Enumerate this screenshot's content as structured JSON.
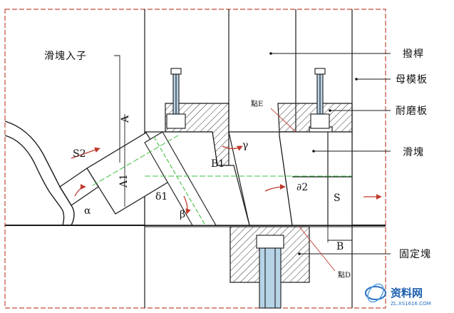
{
  "labels": {
    "slider_insert": "滑塊入子",
    "lifter_rod": "撥桿",
    "cavity_plate": "母模板",
    "wear_plate": "耐磨板",
    "slider": "滑塊",
    "fixed_block": "固定塊",
    "point_e": "點E",
    "point_d": "點D"
  },
  "dims": {
    "s2": "S2",
    "a": "A",
    "a1": "A1",
    "alpha": "α",
    "delta1": "δ1",
    "beta": "β",
    "b1": "B1",
    "gamma": "γ",
    "delta2": "∂2",
    "s": "S",
    "b": "B"
  },
  "watermark": {
    "title": "资料网",
    "url": "ZL.XS1616.COM"
  },
  "colors": {
    "line": "#1a1a1a",
    "border_dash": "#c24a3a",
    "arrow": "#c0392b",
    "centerline": "#3fbf3f",
    "rod_fill": "#b7d3e6",
    "hatch": "#333333"
  }
}
